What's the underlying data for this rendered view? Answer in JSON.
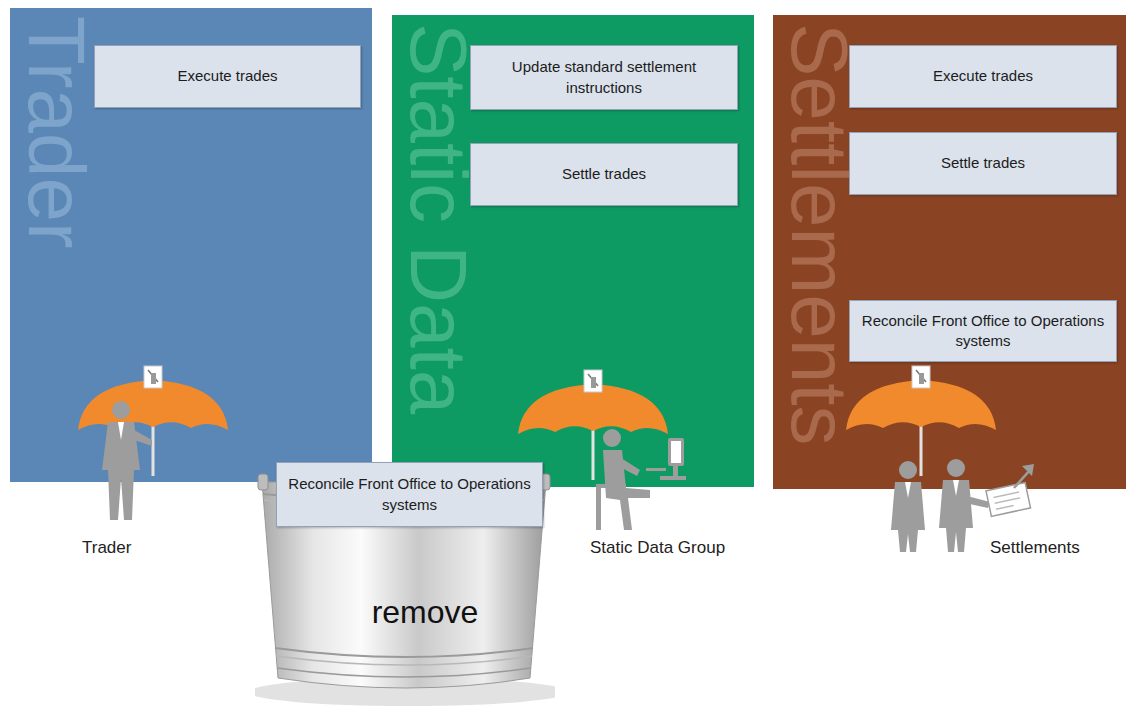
{
  "diagram": {
    "nodes": [
      {
        "text": [
          "Trader",
          "Trader"
        ]
      },
      {
        "text": [
          "Execute trades"
        ],
        "in": 0
      },
      {
        "text": [
          "Static Data",
          "Static Data Group"
        ]
      },
      {
        "text": [
          "Update standard settlement instructions"
        ],
        "in": 2
      },
      {
        "text": [
          "Settle trades"
        ],
        "in": 2
      },
      {
        "text": [
          "Settlements",
          "Settlements"
        ]
      },
      {
        "text": [
          "Execute trades"
        ],
        "in": 5
      },
      {
        "text": [
          "Settle trades"
        ],
        "in": 5
      },
      {
        "text": [
          "Reconcile Front Office to Operations systems"
        ],
        "in": 5
      },
      {
        "text": [
          "remove"
        ]
      },
      {
        "text": [
          "Reconcile Front Office to Operations systems"
        ],
        "in": 9
      }
    ]
  }
}
